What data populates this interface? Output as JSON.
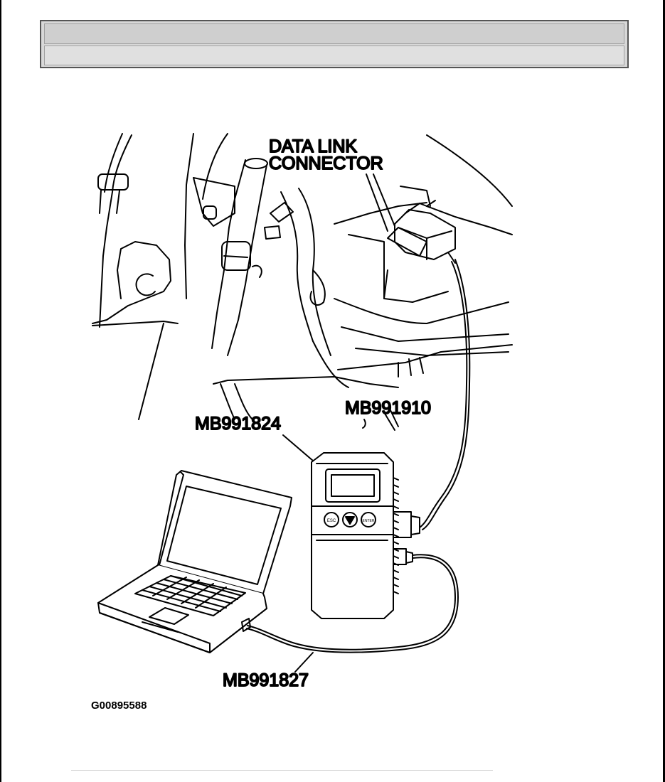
{
  "labels": {
    "data_link_line1": "DATA LINK",
    "data_link_line2": "CONNECTOR",
    "vci": "MB991824",
    "cable_main": "MB991910",
    "usb_cable": "MB991827",
    "vci_buttons": [
      "ESC",
      "",
      "ENTER"
    ]
  },
  "figure_id": "G00895588"
}
